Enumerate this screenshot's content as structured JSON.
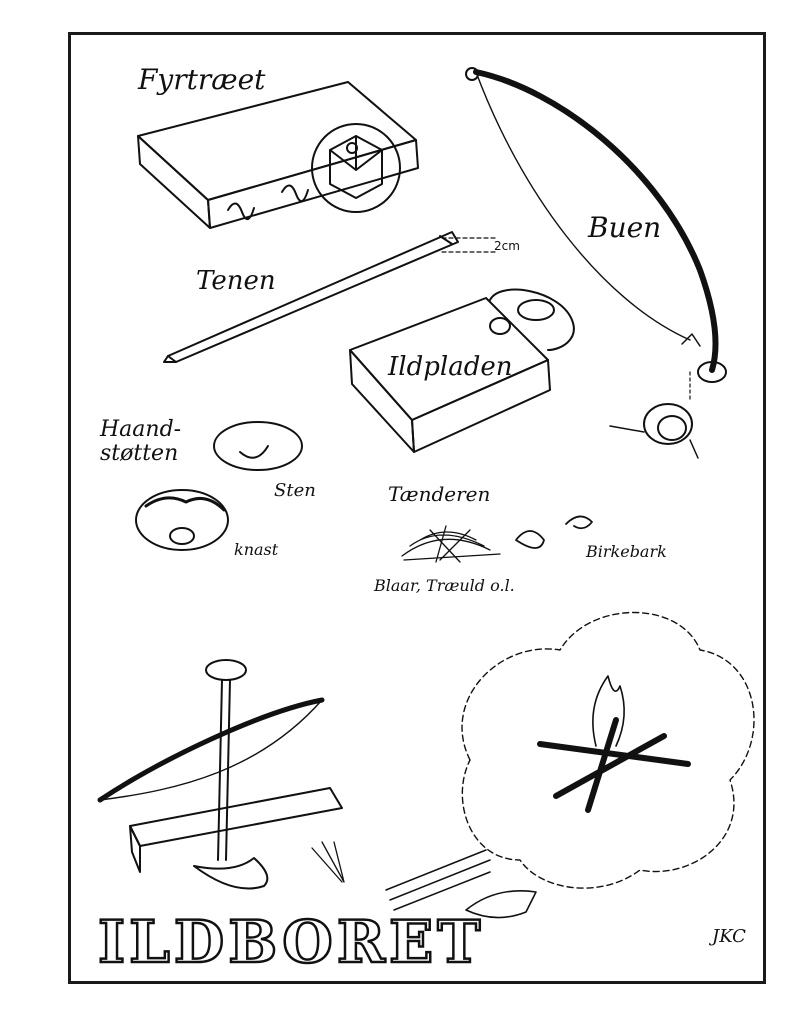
{
  "labels": {
    "fyrtraeet": "Fyrtræet",
    "buen": "Buen",
    "tenen": "Tenen",
    "dim": "2cm",
    "ildpladen": "Ildpladen",
    "haandstotten": "Haand-\nstøtten",
    "sten": "Sten",
    "knast": "knast",
    "taenderen": "Tænderen",
    "birkebark": "Birkebark",
    "blaar": "Blaar, Træuld o.l.",
    "title": "ILDBORET",
    "signature": "JKC"
  },
  "colors": {
    "ink": "#111111",
    "paper": "#ffffff"
  }
}
